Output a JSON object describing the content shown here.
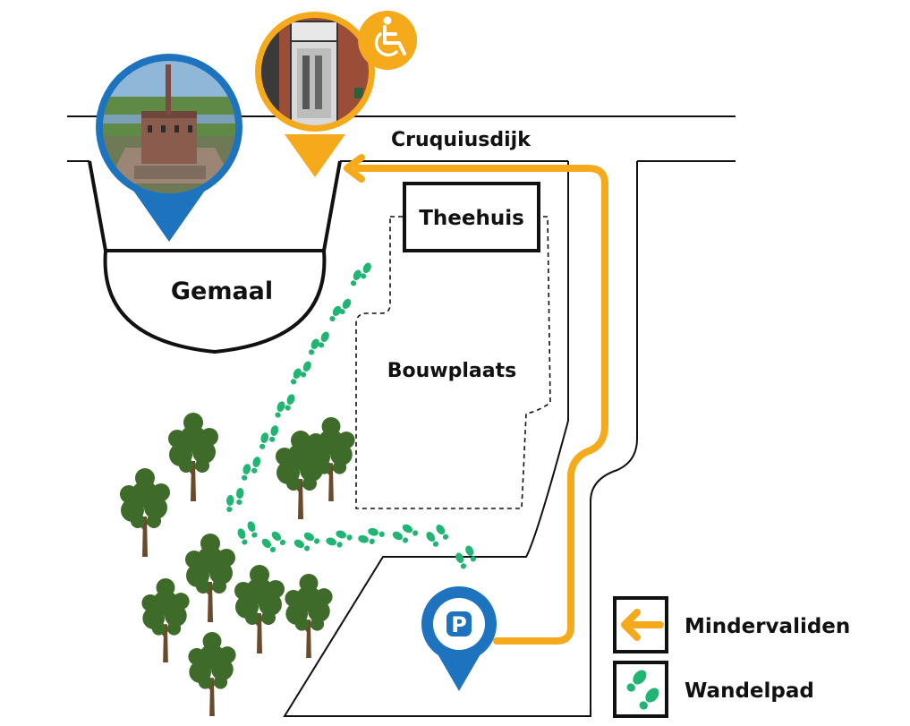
{
  "map": {
    "road_label": "Cruquiusdijk",
    "gemaal_label": "Gemaal",
    "theehuis_label": "Theehuis",
    "bouwplaats_label": "Bouwplaats",
    "parking_letter": "P"
  },
  "legend": {
    "items": [
      {
        "label": "Mindervaliden",
        "icon": "arrow-left-icon"
      },
      {
        "label": "Wandelpad",
        "icon": "footprints-icon"
      }
    ]
  },
  "icons": {
    "accessibility": "wheelchair-icon",
    "parking": "parking-icon"
  },
  "colors": {
    "route_orange": "#F5AA1C",
    "pin_blue": "#1E73BE",
    "footprint_green": "#21B573",
    "tree_green": "#3F6B2A",
    "tree_trunk": "#6B4A2B",
    "outline": "#111111"
  }
}
